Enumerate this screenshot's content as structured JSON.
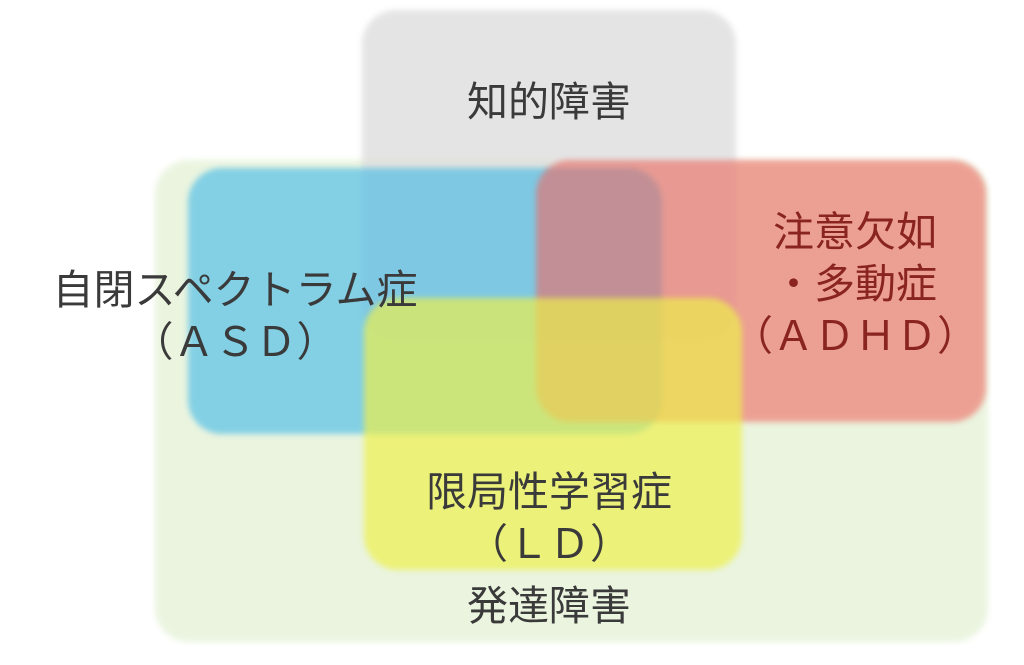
{
  "diagram": {
    "sets": [
      {
        "id": "developmental",
        "lines": [
          "発達障害"
        ],
        "color": "#c6e2a6",
        "text_color": "#3a3a3a"
      },
      {
        "id": "intellectual",
        "lines": [
          "知的障害"
        ],
        "color": "#dcdcdc",
        "text_color": "#3a3a3a"
      },
      {
        "id": "asd",
        "lines": [
          "自閉スペクトラム症",
          "（ＡＳＤ）"
        ],
        "color": "#3fb8e8",
        "text_color": "#3a3a3a"
      },
      {
        "id": "adhd",
        "lines": [
          "注意欠如",
          "・多動症",
          "（ＡＤＨＤ）"
        ],
        "color": "#ee6a62",
        "text_color": "#8a2420"
      },
      {
        "id": "ld",
        "lines": [
          "限局性学習症",
          "（ＬＤ）"
        ],
        "color": "#eef04a",
        "text_color": "#3a3a3a"
      }
    ]
  }
}
